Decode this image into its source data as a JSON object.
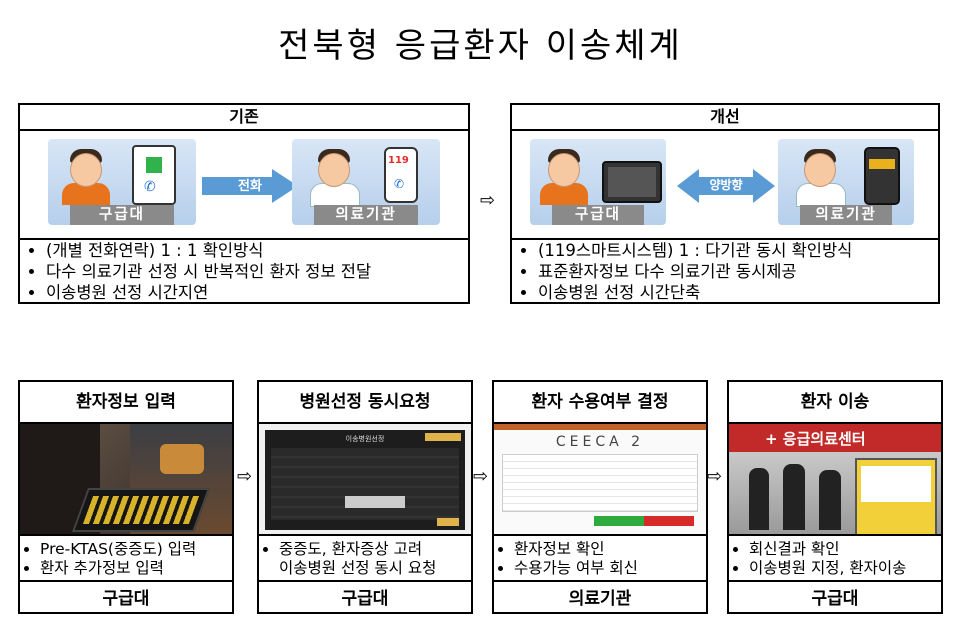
{
  "title": "전북형 응급환자 이송체계",
  "before": {
    "heading": "기존",
    "left_label": "구급대",
    "right_label": "의료기관",
    "arrow_label": "전화",
    "phone_mark": "119",
    "bullets": [
      "(개별 전화연락) 1 : 1 확인방식",
      "다수 의료기관 선정 시 반복적인 환자 정보 전달",
      "이송병원 선정 시간지연"
    ]
  },
  "after": {
    "heading": "개선",
    "left_label": "구급대",
    "right_label": "의료기관",
    "arrow_label": "양방향",
    "bullets": [
      "(119스마트시스템) 1 : 다기관 동시 확인방식",
      "표준환자정보 다수 의료기관 동시제공",
      "이송병원 선정 시간단축"
    ]
  },
  "connector_symbol": "⇨",
  "steps": [
    {
      "heading": "환자정보 입력",
      "bullets": [
        "Pre-KTAS(중증도) 입력",
        "환자 추가정보 입력"
      ],
      "footer": "구급대"
    },
    {
      "heading": "병원선정 동시요청",
      "bullets": [
        "중증도, 환자증상 고려",
        " 이송병원 선정 동시 요청"
      ],
      "footer": "구급대",
      "screen_title": "이송병원선정"
    },
    {
      "heading": "환자 수용여부 결정",
      "bullets": [
        "환자정보 확인",
        "수용가능 여부 회신"
      ],
      "footer": "의료기관",
      "screen_title": "CEECA 2"
    },
    {
      "heading": "환자 이송",
      "bullets": [
        "회신결과 확인",
        "이송병원 지정, 환자이송"
      ],
      "footer": "구급대",
      "sign_text": "+ 응급의료센터"
    }
  ],
  "colors": {
    "uniform_orange": "#e8731d",
    "arrow_blue": "#5b9bd5",
    "panel_sky": "#c9dcf1"
  }
}
